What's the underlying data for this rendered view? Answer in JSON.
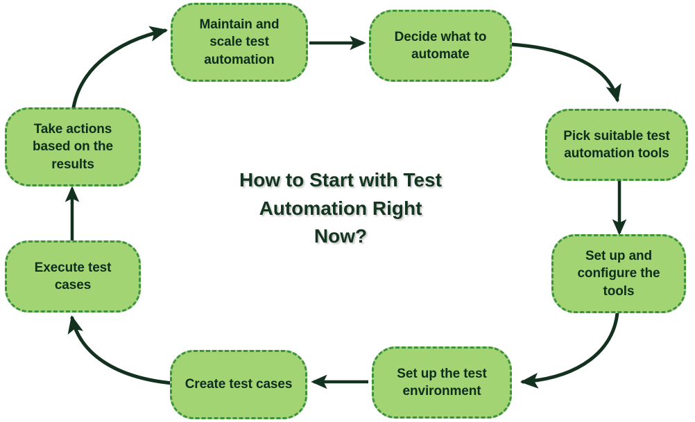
{
  "diagram": {
    "title": "How to Start with Test\nAutomation Right\nNow?",
    "type": "cycle",
    "background_color": "#ffffff",
    "node_fill_color": "#a2d474",
    "node_border_color": "#3f9142",
    "node_text_color": "#0d2e1c",
    "arrow_color": "#13311f",
    "title_text_color": "#14351f",
    "nodes": [
      {
        "id": "maintain-and-scale-test-automation",
        "label": "Maintain and\nscale test\nautomation",
        "order": 1
      },
      {
        "id": "decide-what-to-automate",
        "label": "Decide what to\nautomate",
        "order": 2
      },
      {
        "id": "pick-suitable-test-automation-tools",
        "label": "Pick suitable test\nautomation tools",
        "order": 3
      },
      {
        "id": "set-up-and-configure-the-tools",
        "label": "Set up and\nconfigure the\ntools",
        "order": 4
      },
      {
        "id": "set-up-the-test-environment",
        "label": "Set up the test\nenvironment",
        "order": 5
      },
      {
        "id": "create-test-cases",
        "label": "Create test cases",
        "order": 6
      },
      {
        "id": "execute-test-cases",
        "label": "Execute test\ncases",
        "order": 7
      },
      {
        "id": "take-actions-based-on-the-results",
        "label": "Take actions\nbased on the\nresults",
        "order": 8
      }
    ],
    "edges": [
      {
        "from": "maintain-and-scale-test-automation",
        "to": "decide-what-to-automate",
        "style": "straight"
      },
      {
        "from": "decide-what-to-automate",
        "to": "pick-suitable-test-automation-tools",
        "style": "curved"
      },
      {
        "from": "pick-suitable-test-automation-tools",
        "to": "set-up-and-configure-the-tools",
        "style": "straight"
      },
      {
        "from": "set-up-and-configure-the-tools",
        "to": "set-up-the-test-environment",
        "style": "curved"
      },
      {
        "from": "set-up-the-test-environment",
        "to": "create-test-cases",
        "style": "straight"
      },
      {
        "from": "create-test-cases",
        "to": "execute-test-cases",
        "style": "curved"
      },
      {
        "from": "execute-test-cases",
        "to": "take-actions-based-on-the-results",
        "style": "straight"
      },
      {
        "from": "take-actions-based-on-the-results",
        "to": "maintain-and-scale-test-automation",
        "style": "curved"
      }
    ]
  }
}
